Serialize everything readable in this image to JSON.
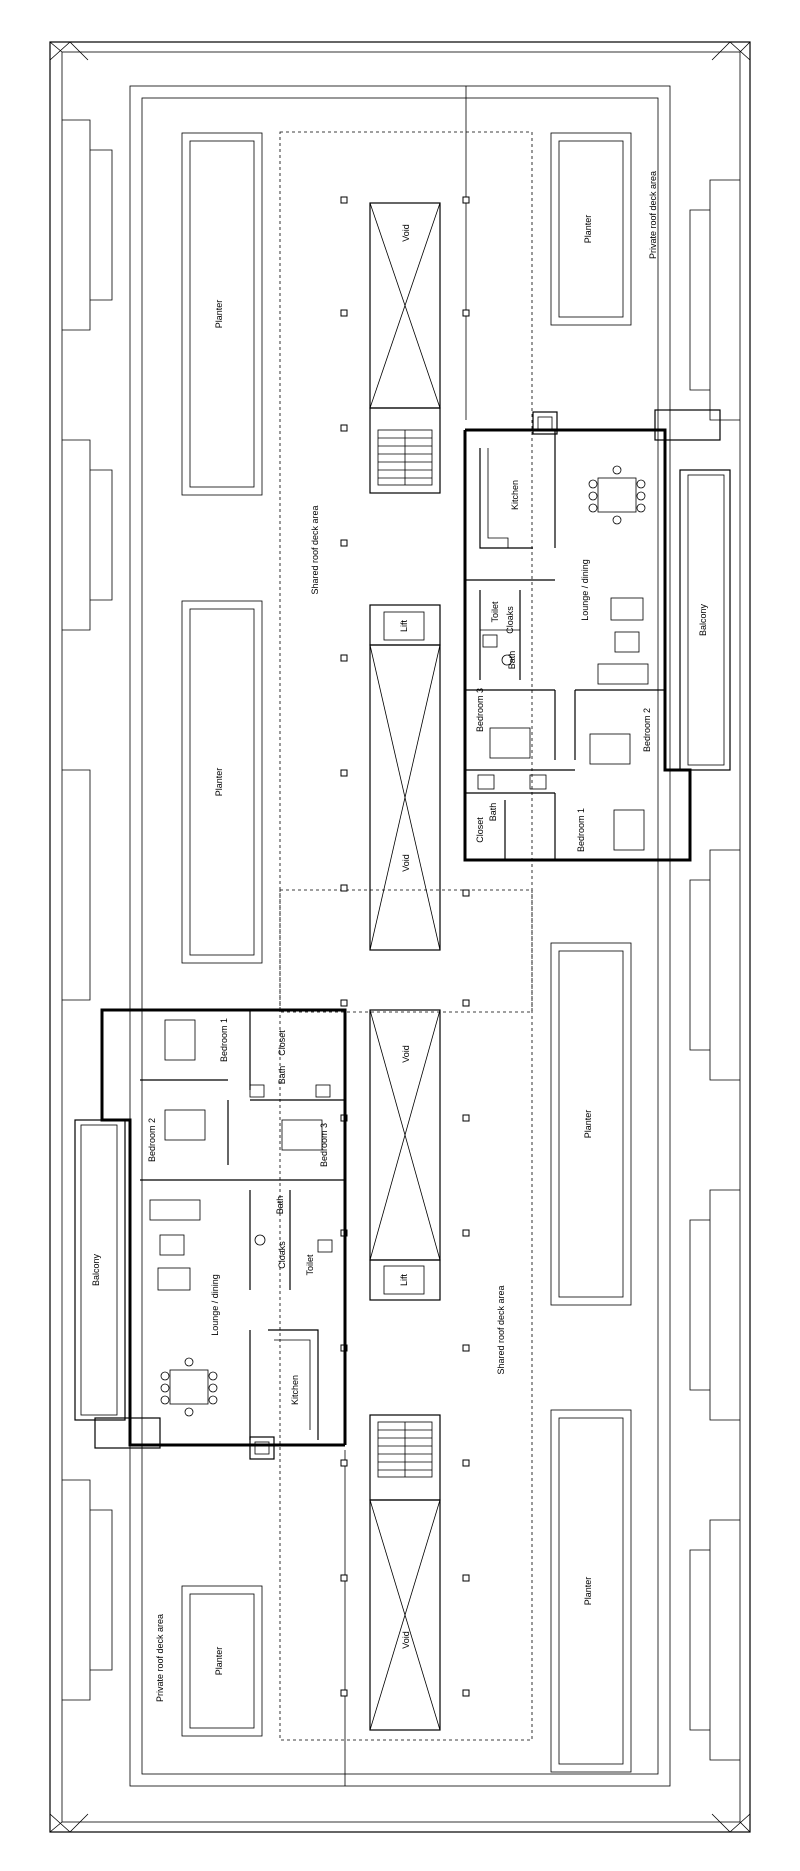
{
  "labels": {
    "planter": "Planter",
    "void": "Void",
    "lift": "Lift",
    "shared_deck": "Shared roof deck area",
    "private_deck": "Private roof deck area",
    "kitchen": "Kitchen",
    "lounge": "Lounge / dining",
    "balcony": "Balcony",
    "cloaks": "Cloaks",
    "toilet": "Toilet",
    "bath": "Bath",
    "bedroom1": "Bedroom 1",
    "bedroom2": "Bedroom 2",
    "bedroom3": "Bedroom 3",
    "closet": "Closet"
  },
  "colors": {
    "line": "#000000",
    "background": "#ffffff"
  }
}
